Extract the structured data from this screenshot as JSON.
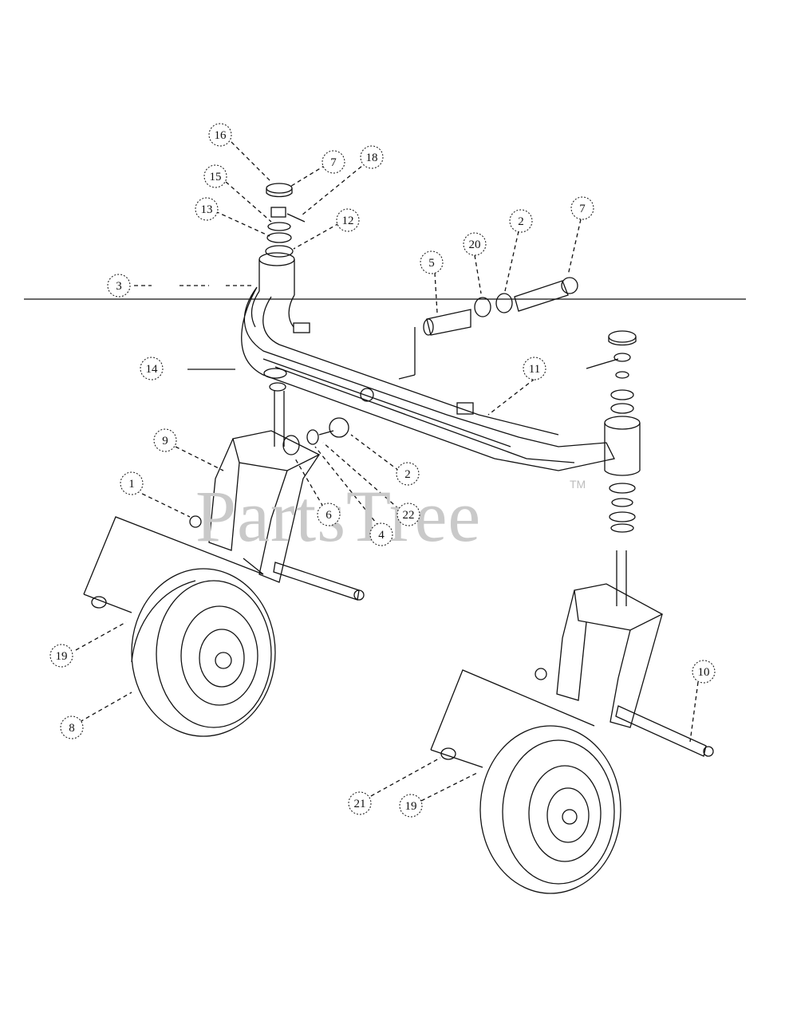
{
  "watermark": {
    "text": "PartsTree",
    "trademark": "TM"
  },
  "callouts": [
    {
      "id": "c16a",
      "label": "16"
    },
    {
      "id": "c7a",
      "label": "7"
    },
    {
      "id": "c18",
      "label": "18"
    },
    {
      "id": "c15",
      "label": "15"
    },
    {
      "id": "c13",
      "label": "13"
    },
    {
      "id": "c12",
      "label": "12"
    },
    {
      "id": "c3",
      "label": "3"
    },
    {
      "id": "c5",
      "label": "5"
    },
    {
      "id": "c20",
      "label": "20"
    },
    {
      "id": "c2a",
      "label": "2"
    },
    {
      "id": "c7b",
      "label": "7"
    },
    {
      "id": "c14",
      "label": "14"
    },
    {
      "id": "c11",
      "label": "11"
    },
    {
      "id": "c9",
      "label": "9"
    },
    {
      "id": "c2b",
      "label": "2"
    },
    {
      "id": "c1",
      "label": "1"
    },
    {
      "id": "c6",
      "label": "6"
    },
    {
      "id": "c22",
      "label": "22"
    },
    {
      "id": "c4",
      "label": "4"
    },
    {
      "id": "c19a",
      "label": "19"
    },
    {
      "id": "c8",
      "label": "8"
    },
    {
      "id": "c10",
      "label": "10"
    },
    {
      "id": "c21",
      "label": "21"
    },
    {
      "id": "c19b",
      "label": "19"
    }
  ]
}
